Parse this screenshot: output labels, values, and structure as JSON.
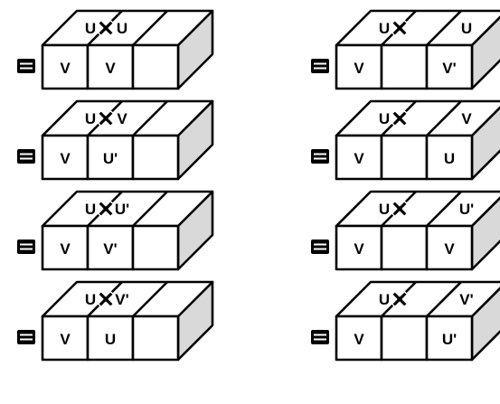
{
  "colors": {
    "stroke": "#000000",
    "box_fill": "#ffffff",
    "side_fill": "#d9d9d9",
    "marker_fill": "#000000",
    "marker_bar": "#ffffff",
    "cross_fill": "#000000",
    "cross_stroke": "#ffffff"
  },
  "icons": {
    "equals_marker": "equals-box-icon",
    "cross": "cross-icon"
  },
  "diagrams": [
    {
      "top_left": "U",
      "top_right": "U",
      "cell1": "V",
      "cell2": "V",
      "cell3": ""
    },
    {
      "top_left": "U",
      "top_right": "U",
      "cell1": "V",
      "cell2": "",
      "cell3": "V'"
    },
    {
      "top_left": "U",
      "top_right": "V",
      "cell1": "V",
      "cell2": "U'",
      "cell3": ""
    },
    {
      "top_left": "U",
      "top_right": "V",
      "cell1": "V",
      "cell2": "",
      "cell3": "U"
    },
    {
      "top_left": "U",
      "top_right": "U'",
      "cell1": "V",
      "cell2": "V'",
      "cell3": ""
    },
    {
      "top_left": "U",
      "top_right": "U'",
      "cell1": "V",
      "cell2": "",
      "cell3": "V"
    },
    {
      "top_left": "U",
      "top_right": "V'",
      "cell1": "V",
      "cell2": "U",
      "cell3": ""
    },
    {
      "top_left": "U",
      "top_right": "V'",
      "cell1": "V",
      "cell2": "",
      "cell3": "U'"
    }
  ]
}
